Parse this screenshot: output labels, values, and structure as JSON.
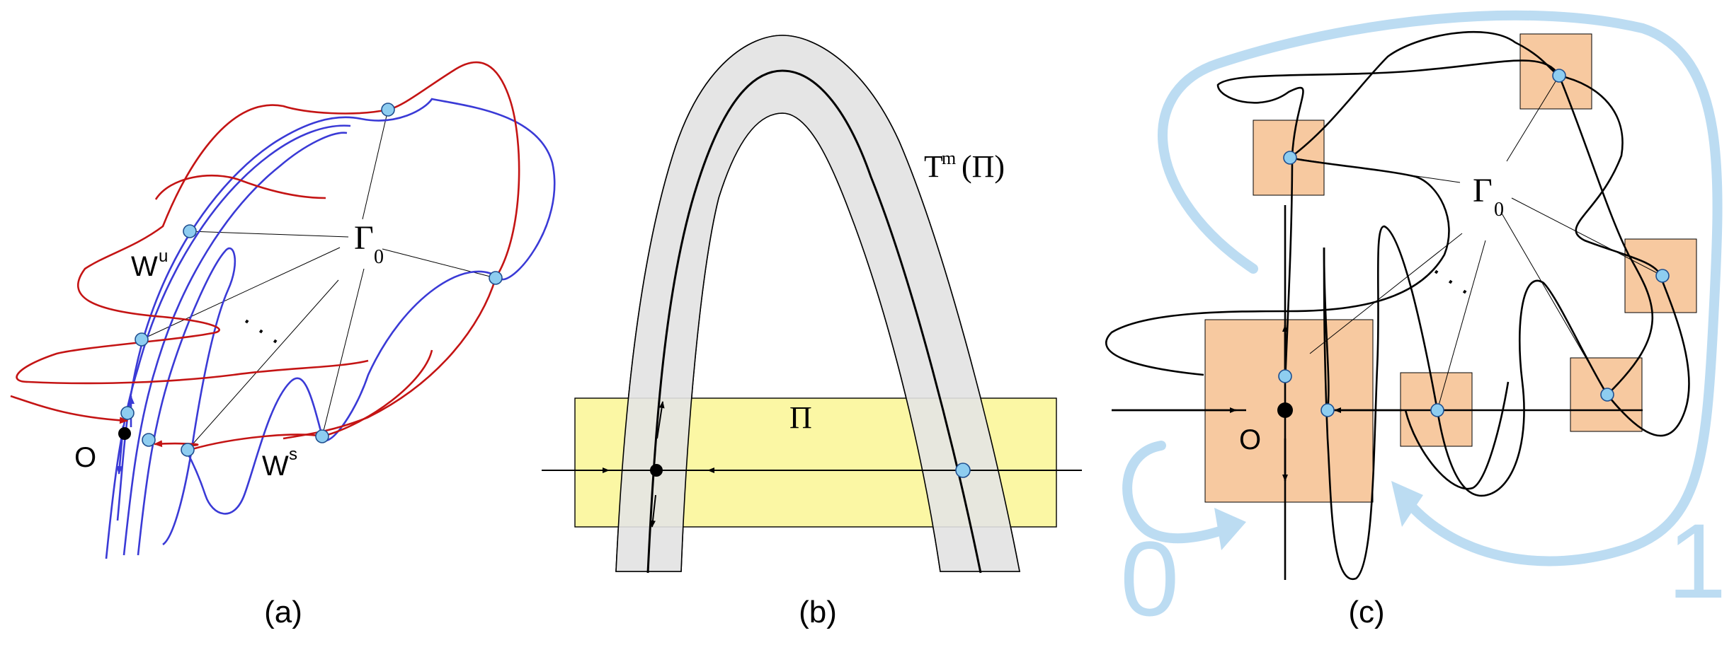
{
  "panels": {
    "a": {
      "caption": "(a)",
      "label_gamma": "Γ",
      "label_gamma_sub": "0",
      "label_wu": "W",
      "label_wu_sup": "u",
      "label_ws": "W",
      "label_ws_sup": "s",
      "label_o": "O",
      "ellipsis": "· · ·"
    },
    "b": {
      "caption": "(b)",
      "label_t": "T",
      "label_t_sup": "m",
      "label_t_arg": "(Π)",
      "label_pi": "Π"
    },
    "c": {
      "caption": "(c)",
      "label_gamma": "Γ",
      "label_gamma_sub": "0",
      "label_o": "O",
      "label_zero": "0",
      "label_one": "1",
      "ellipsis": "· · ·"
    }
  },
  "colors": {
    "unstable_curve": "#3a3ad6",
    "stable_curve": "#c41414",
    "homoclinic_point": "#8ecdf0",
    "saddle_point": "#000000",
    "annulus_fill": "#e4e4e4",
    "pi_box_fill": "#fbf7a4",
    "symbol_box_fill": "#f7c9a0",
    "big_arrow": "#bcdcf2"
  }
}
